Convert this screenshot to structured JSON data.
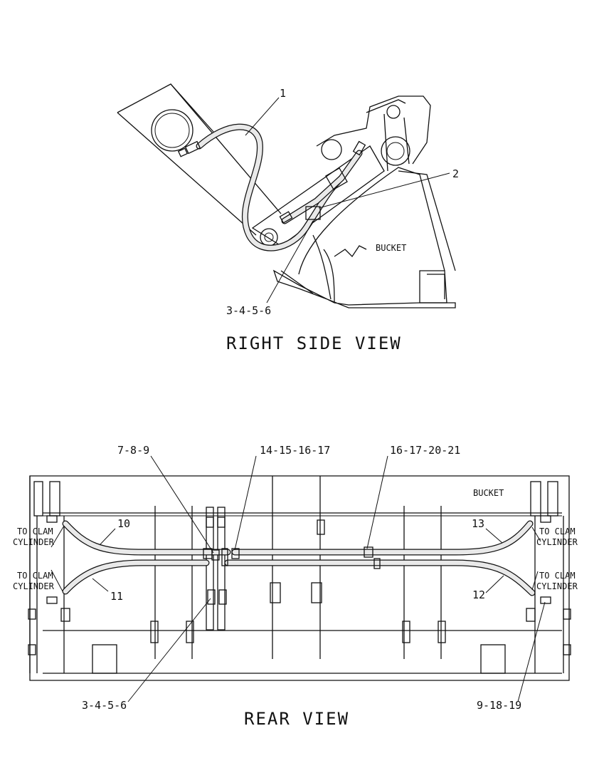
{
  "right_side_view": {
    "title": "RIGHT SIDE VIEW",
    "callouts": {
      "hose": "1",
      "cylinder_hose": "2",
      "clamp_group": "3-4-5-6",
      "bucket": "BUCKET"
    }
  },
  "rear_view": {
    "title": "REAR VIEW",
    "callouts": {
      "fitting_group_a": "7-8-9",
      "fitting_group_b": "14-15-16-17",
      "fitting_group_c": "16-17-20-21",
      "bucket": "BUCKET",
      "hose_10": "10",
      "hose_11": "11",
      "hose_12": "12",
      "hose_13": "13",
      "clamp_group": "3-4-5-6",
      "fitting_group_d": "9-18-19"
    },
    "clam_labels": {
      "to_clam": "TO CLAM",
      "cylinder": "CYLINDER"
    }
  }
}
